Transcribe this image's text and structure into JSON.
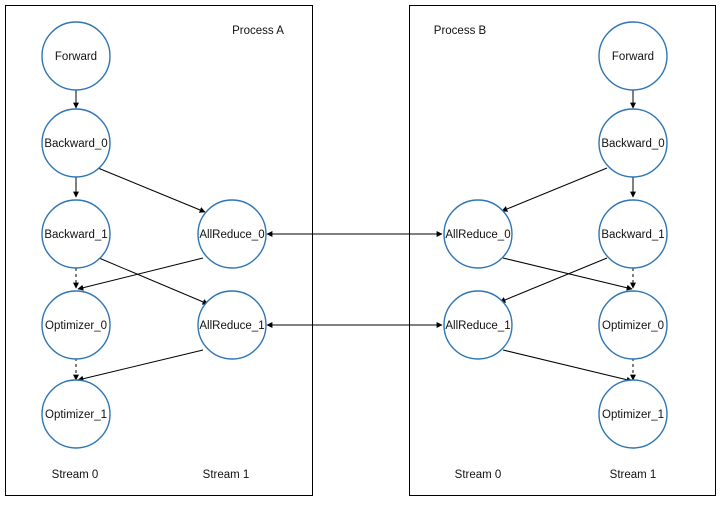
{
  "process_a": {
    "title": "Process A",
    "stream0_label": "Stream 0",
    "stream1_label": "Stream 1",
    "nodes": {
      "forward": "Forward",
      "backward_0": "Backward_0",
      "backward_1": "Backward_1",
      "optimizer_0": "Optimizer_0",
      "optimizer_1": "Optimizer_1",
      "allreduce_0": "AllReduce_0",
      "allreduce_1": "AllReduce_1"
    }
  },
  "process_b": {
    "title": "Process B",
    "stream0_label": "Stream 0",
    "stream1_label": "Stream 1",
    "nodes": {
      "forward": "Forward",
      "backward_0": "Backward_0",
      "backward_1": "Backward_1",
      "optimizer_0": "Optimizer_0",
      "optimizer_1": "Optimizer_1",
      "allreduce_0": "AllReduce_0",
      "allreduce_1": "AllReduce_1"
    }
  },
  "colors": {
    "node_stroke": "#2e75b6",
    "edge": "#000000",
    "border": "#000000"
  }
}
